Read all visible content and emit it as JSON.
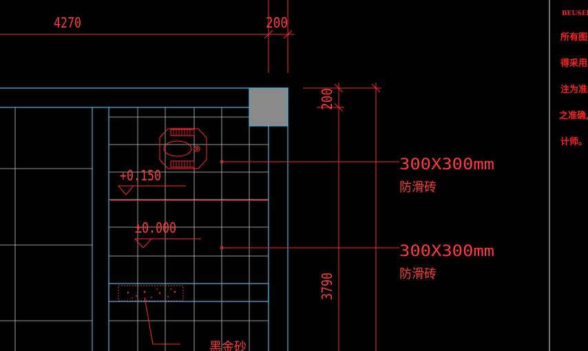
{
  "drawing": {
    "dimensions": {
      "width_main": "4270",
      "width_small": "200",
      "height_small": "200",
      "height_main": "3790"
    },
    "levels": {
      "upper": "+0.150",
      "lower": "±0.000"
    },
    "callouts": [
      {
        "size": "300X300mm",
        "material": "防滑砖"
      },
      {
        "size": "300X300mm",
        "material": "防滑砖"
      }
    ],
    "material_label": "黑金砂"
  },
  "side_note": {
    "header": "BEUSED",
    "lines": [
      "所有图形",
      "得采用。",
      "注为准。",
      "之准确,如",
      "计师。"
    ]
  },
  "colors": {
    "background": "#000000",
    "wall": "#3fb8e8",
    "grid": "#c8c8c8",
    "dimension": "#ff2a2a",
    "column_fill": "#8a8a8a",
    "border": "#e8e8e8"
  }
}
